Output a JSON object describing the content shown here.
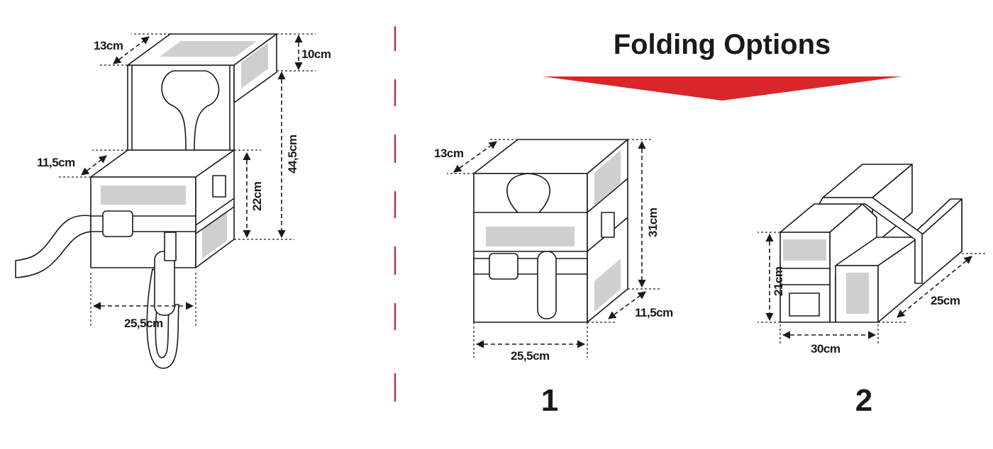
{
  "title": "Folding Options",
  "colors": {
    "accent": "#d9262b",
    "separator": "#c8102e",
    "panel": "#cfcfcf"
  },
  "unfolded": {
    "depth_top": "13cm",
    "lid_height": "10cm",
    "depth_bottom": "11,5cm",
    "total_height": "44,5cm",
    "box_height": "22cm",
    "width": "25,5cm"
  },
  "option1": {
    "number": "1",
    "depth": "13cm",
    "height": "31cm",
    "depth_bottom": "11,5cm",
    "width": "25,5cm"
  },
  "option2": {
    "number": "2",
    "height": "21cm",
    "length": "25cm",
    "width": "30cm"
  }
}
